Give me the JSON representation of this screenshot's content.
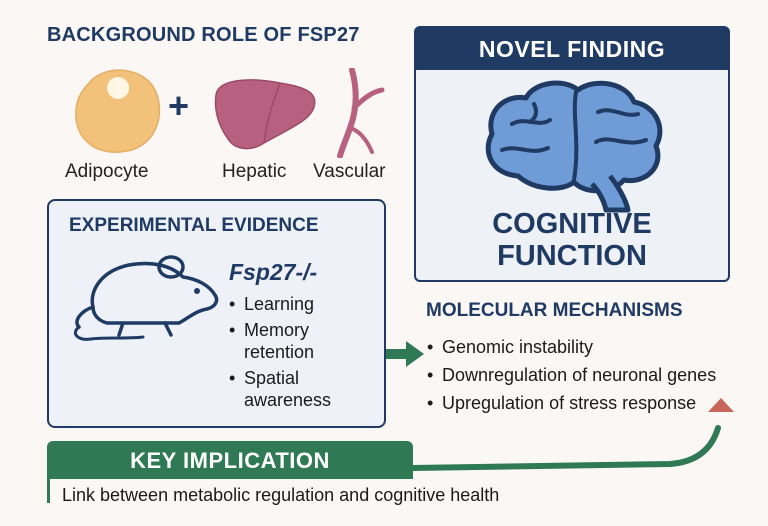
{
  "background": {
    "title": "BACKGROUND ROLE OF FSP27",
    "plus": "+",
    "labels": [
      "Adipocyte",
      "Hepatic",
      "Vascular"
    ]
  },
  "novel": {
    "header": "NOVEL FINDING",
    "line1": "COGNITIVE",
    "line2": "FUNCTION"
  },
  "experimental": {
    "title": "EXPERIMENTAL EVIDENCE",
    "gene": "Fsp27-/-",
    "items": [
      "Learning",
      "Memory retention",
      "Spatial awareness"
    ]
  },
  "molecular": {
    "title": "MOLECULAR MECHANISMS",
    "items": [
      "Genomic instability",
      "Downregulation of neuronal genes",
      "Upregulation of stress response"
    ]
  },
  "key": {
    "title": "KEY IMPLICATION",
    "text": "Link between metabolic regulation and cognitive health"
  },
  "colors": {
    "navy": "#1f3a63",
    "green": "#2f7a55",
    "adipocyte": "#f3c27a",
    "liver": "#b8607f",
    "brain": "#6f9bd6",
    "triangle": "#c9665a"
  },
  "icons": [
    "adipocyte-icon",
    "liver-icon",
    "vessel-icon",
    "brain-icon",
    "mouse-icon",
    "arrow-icon"
  ]
}
